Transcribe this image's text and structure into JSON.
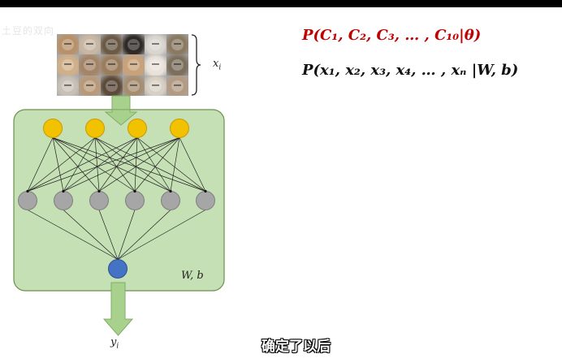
{
  "watermark_text": "土豆的双向",
  "inputs_label": "x",
  "inputs_label_sub": "i",
  "formula_red": "P(C₁, C₂, C₃, … , C₁₀|θ)",
  "formula_black": "P(x₁, x₂, x₃, x₄, … , xₙ |W, b)",
  "params_label": "W, b",
  "output_label": "y",
  "output_label_sub": "i",
  "subtitle": "确定了以后",
  "colors": {
    "formula_red": "#c00000",
    "panel_fill": "#c5e0b4",
    "panel_stroke": "#6d8f4e",
    "input_node": "#f2c100",
    "hidden_node": "#a6a6a6",
    "output_node": "#4472c4",
    "arrow_fill": "#a9d18e"
  },
  "cat_tile_colors": [
    "#b8916a",
    "#c8b7a3",
    "#6b5a46",
    "#2f2a26",
    "#d9d5cf",
    "#8a7a62",
    "#d0b08a",
    "#a48567",
    "#9a7d5c",
    "#c9a27a",
    "#e8e2da",
    "#7d6f5e",
    "#c7c0b6",
    "#b89a7a",
    "#5c4a3a",
    "#a68d70",
    "#d8d0c4",
    "#b39b83"
  ]
}
